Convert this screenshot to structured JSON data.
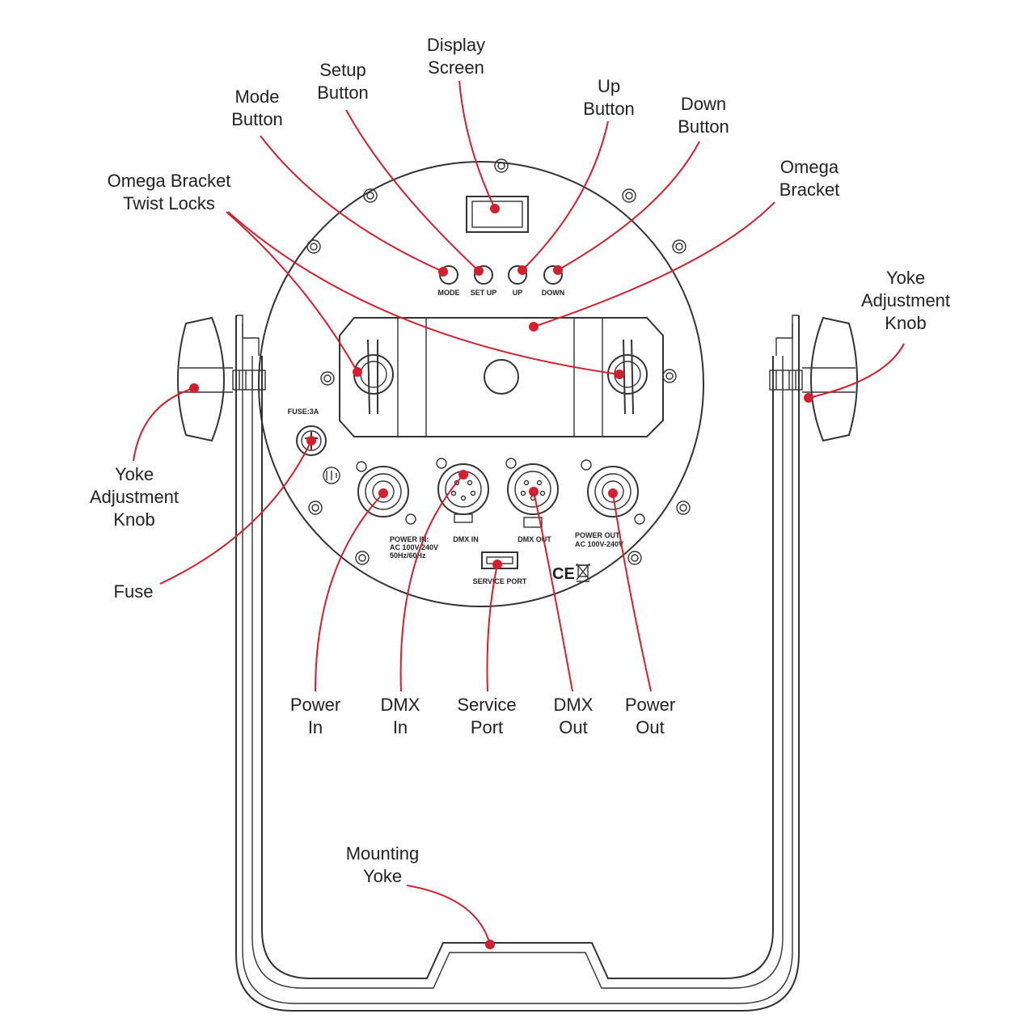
{
  "callouts": {
    "display_screen": [
      "Display",
      "Screen"
    ],
    "setup_button": [
      "Setup",
      "Button"
    ],
    "mode_button": [
      "Mode",
      "Button"
    ],
    "up_button": [
      "Up",
      "Button"
    ],
    "down_button": [
      "Down",
      "Button"
    ],
    "omega_bracket": [
      "Omega",
      "Bracket"
    ],
    "omega_twist_locks": [
      "Omega Bracket",
      "Twist Locks"
    ],
    "yoke_knob_right": [
      "Yoke",
      "Adjustment",
      "Knob"
    ],
    "yoke_knob_left": [
      "Yoke",
      "Adjustment",
      "Knob"
    ],
    "fuse": [
      "Fuse"
    ],
    "power_in": [
      "Power",
      "In"
    ],
    "dmx_in": [
      "DMX",
      "In"
    ],
    "service_port": [
      "Service",
      "Port"
    ],
    "dmx_out": [
      "DMX",
      "Out"
    ],
    "power_out": [
      "Power",
      "Out"
    ],
    "mounting_yoke": [
      "Mounting",
      "Yoke"
    ]
  },
  "panel_labels": {
    "mode": "MODE",
    "setup": "SET UP",
    "up": "UP",
    "down": "DOWN",
    "fuse": "FUSE:3A",
    "power_in": [
      "POWER IN:",
      "AC 100V-240V",
      "50Hz/60Hz"
    ],
    "dmx_in": "DMX IN",
    "dmx_out": "DMX OUT",
    "power_out": [
      "POWER OUT:",
      "AC 100V-240V"
    ],
    "service_port": "SERVICE PORT",
    "ce_mark": "CE"
  },
  "colors": {
    "leader": "#d3202f",
    "outline": "#333333",
    "text": "#222222"
  }
}
